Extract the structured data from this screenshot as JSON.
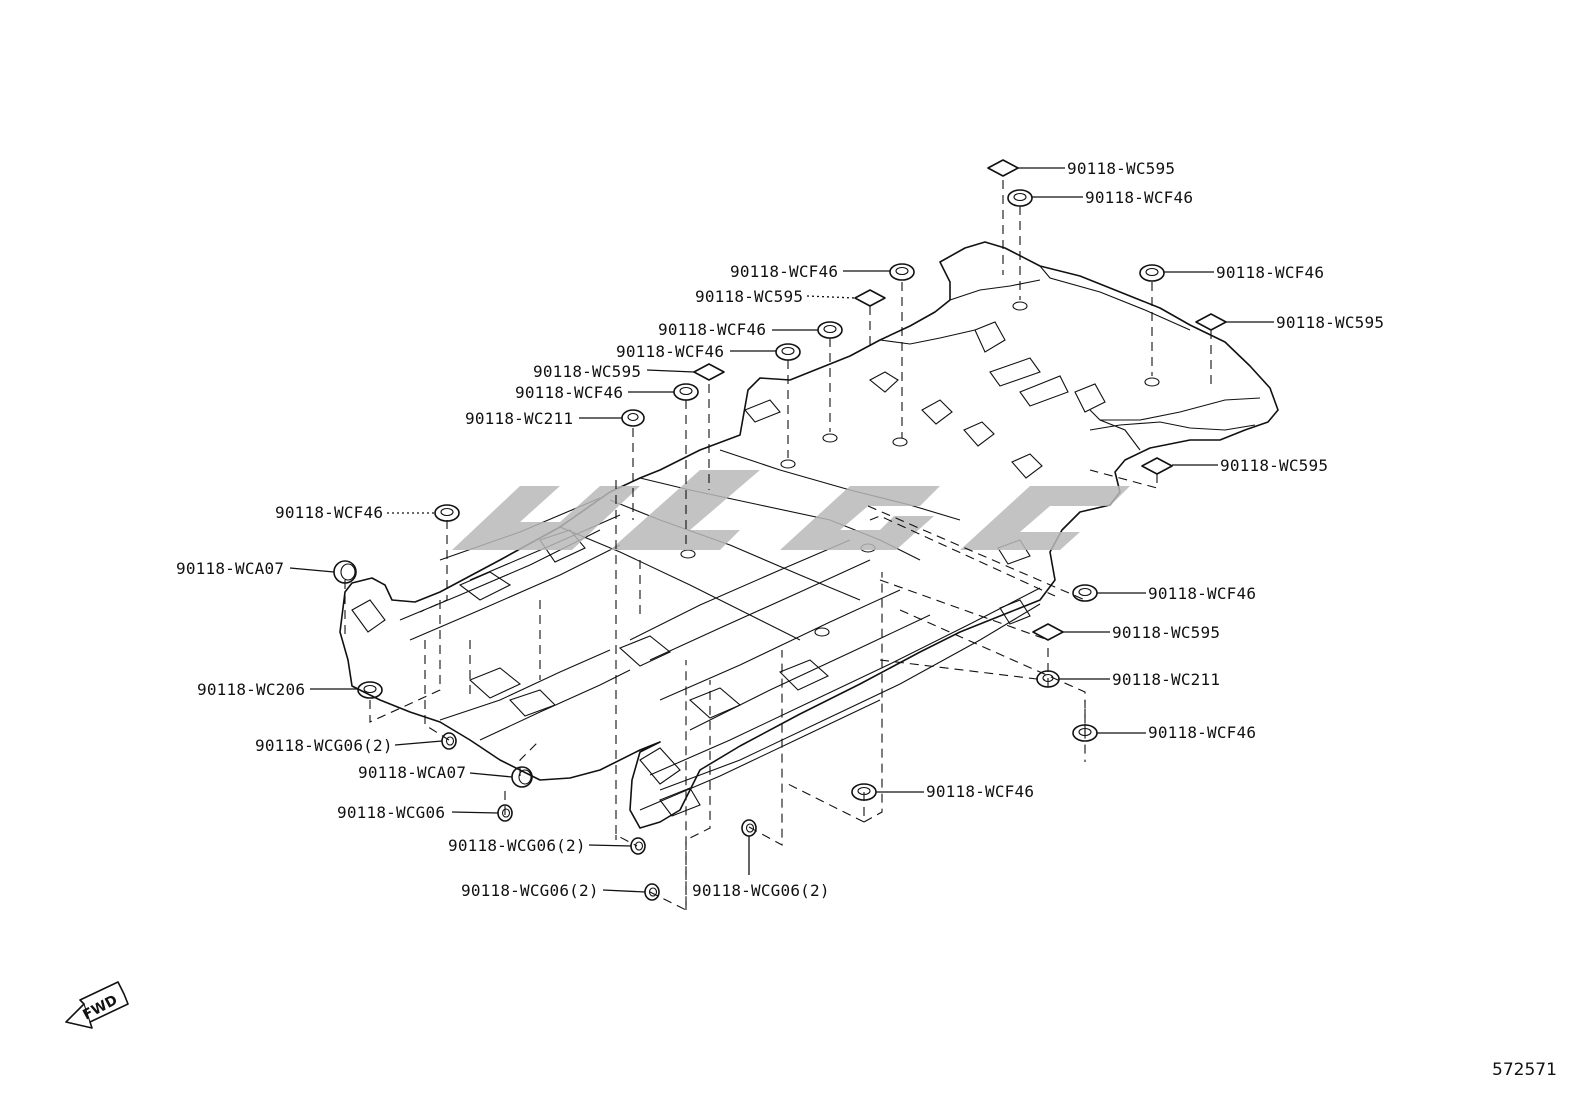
{
  "doc_number": "572571",
  "fwd_label": "FWD",
  "watermark_text": "",
  "callouts": [
    {
      "id": "c01",
      "label": "90118-WC595",
      "part": "pad",
      "side": "right"
    },
    {
      "id": "c02",
      "label": "90118-WCF46",
      "part": "grommet",
      "side": "right"
    },
    {
      "id": "c03",
      "label": "90118-WCF46",
      "part": "grommet",
      "side": "left"
    },
    {
      "id": "c04",
      "label": "90118-WCF46",
      "part": "grommet",
      "side": "right"
    },
    {
      "id": "c05",
      "label": "90118-WC595",
      "part": "pad",
      "side": "left"
    },
    {
      "id": "c06",
      "label": "90118-WC595",
      "part": "pad",
      "side": "right"
    },
    {
      "id": "c07",
      "label": "90118-WCF46",
      "part": "grommet",
      "side": "left"
    },
    {
      "id": "c08",
      "label": "90118-WCF46",
      "part": "grommet",
      "side": "left"
    },
    {
      "id": "c09",
      "label": "90118-WC595",
      "part": "pad",
      "side": "left"
    },
    {
      "id": "c10",
      "label": "90118-WCF46",
      "part": "grommet",
      "side": "left"
    },
    {
      "id": "c11",
      "label": "90118-WC211",
      "part": "grommet",
      "side": "left"
    },
    {
      "id": "c12",
      "label": "90118-WC595",
      "part": "pad",
      "side": "right"
    },
    {
      "id": "c13",
      "label": "90118-WCF46",
      "part": "grommet",
      "side": "left"
    },
    {
      "id": "c14",
      "label": "90118-WCA07",
      "part": "plug",
      "side": "left"
    },
    {
      "id": "c15",
      "label": "90118-WCF46",
      "part": "grommet",
      "side": "right"
    },
    {
      "id": "c16",
      "label": "90118-WC595",
      "part": "pad",
      "side": "right"
    },
    {
      "id": "c17",
      "label": "90118-WC211",
      "part": "grommet",
      "side": "right"
    },
    {
      "id": "c18",
      "label": "90118-WC206",
      "part": "grommet",
      "side": "left"
    },
    {
      "id": "c19",
      "label": "90118-WCF46",
      "part": "grommet",
      "side": "right"
    },
    {
      "id": "c20",
      "label": "90118-WCG06(2)",
      "part": "small",
      "side": "left"
    },
    {
      "id": "c21",
      "label": "90118-WCA07",
      "part": "plug",
      "side": "left"
    },
    {
      "id": "c22",
      "label": "90118-WCF46",
      "part": "grommet",
      "side": "right"
    },
    {
      "id": "c23",
      "label": "90118-WCG06",
      "part": "small",
      "side": "left"
    },
    {
      "id": "c24",
      "label": "90118-WCG06(2)",
      "part": "small",
      "side": "left"
    },
    {
      "id": "c25",
      "label": "90118-WCG06(2)",
      "part": "small",
      "side": "left"
    },
    {
      "id": "c26",
      "label": "90118-WCG06(2)",
      "part": "small",
      "side": "right"
    }
  ]
}
